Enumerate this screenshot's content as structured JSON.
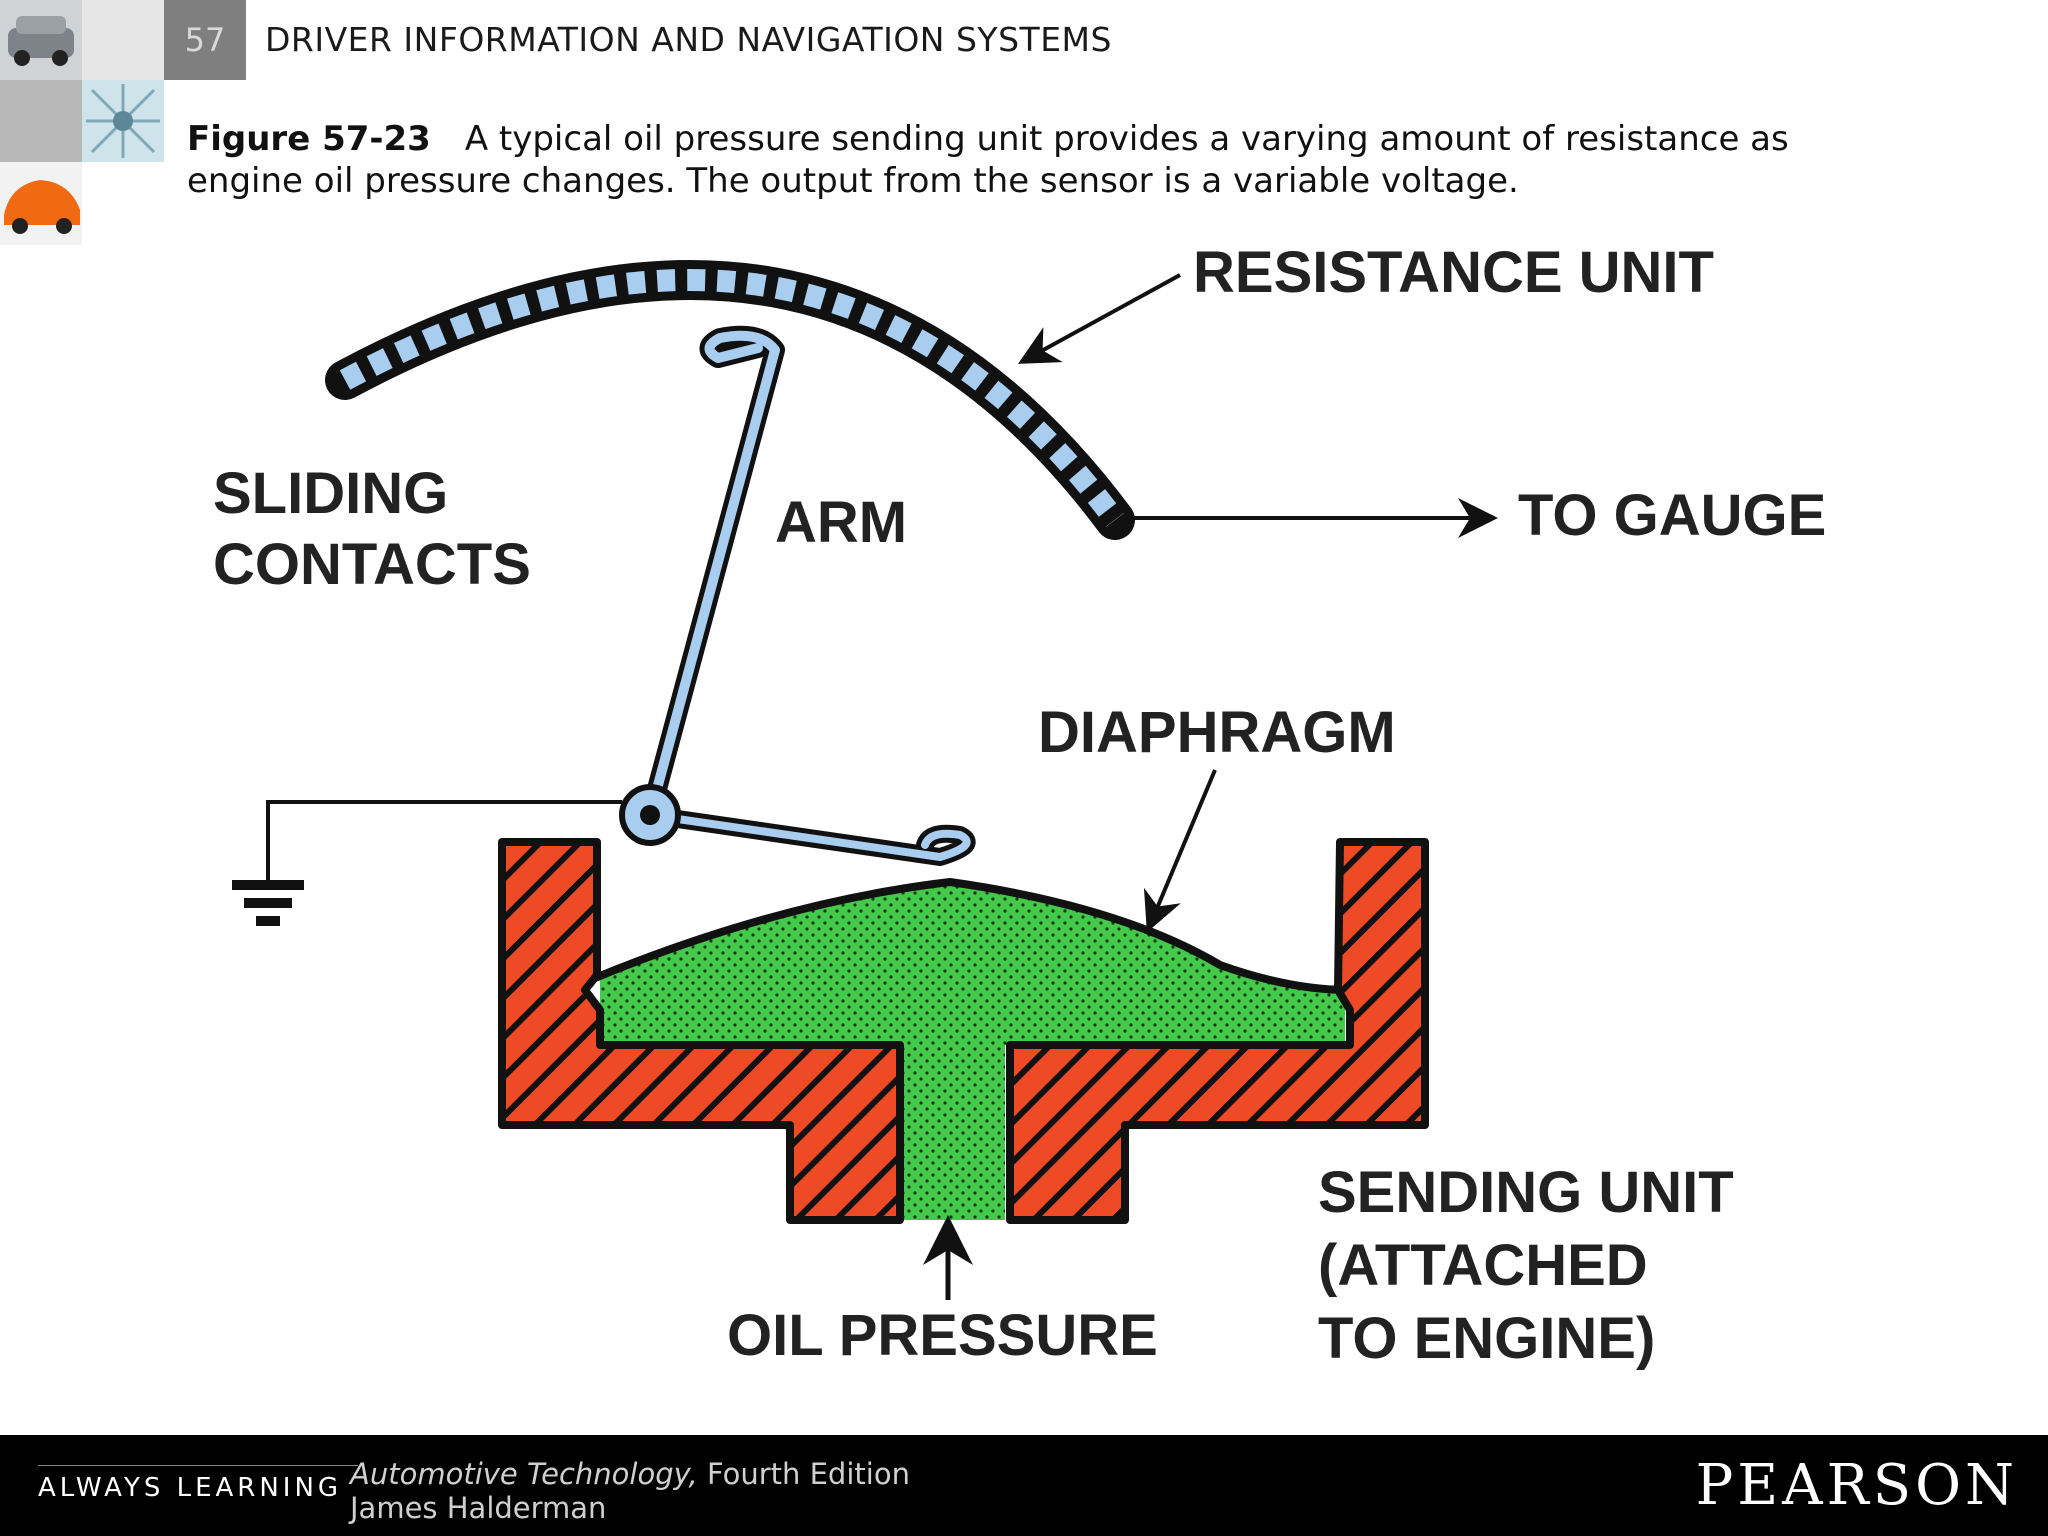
{
  "header": {
    "chapter_number": "57",
    "title": "DRIVER INFORMATION AND NAVIGATION SYSTEMS"
  },
  "caption": {
    "figure_label": "Figure 57-23",
    "text": "A typical oil pressure sending unit provides a varying amount of resistance as engine oil pressure changes. The output from the sensor is a variable voltage."
  },
  "diagram": {
    "labels": {
      "resistance_unit": "RESISTANCE UNIT",
      "sliding_line1": "SLIDING",
      "sliding_line2": "CONTACTS",
      "arm": "ARM",
      "to_gauge": "TO GAUGE",
      "diaphragm": "DIAPHRAGM",
      "sending_line1": "SENDING UNIT",
      "sending_line2": "(ATTACHED",
      "sending_line3": "TO ENGINE)",
      "oil_pressure": "OIL PRESSURE"
    },
    "colors": {
      "resistor_segments": "#a9cdef",
      "oil": "#45c94a",
      "housing": "#ef4a26",
      "outline": "#111111"
    }
  },
  "footer": {
    "tagline": "ALWAYS LEARNING",
    "book_title": "Automotive Technology,",
    "edition": " Fourth Edition",
    "author": "James Halderman",
    "publisher": "PEARSON"
  }
}
